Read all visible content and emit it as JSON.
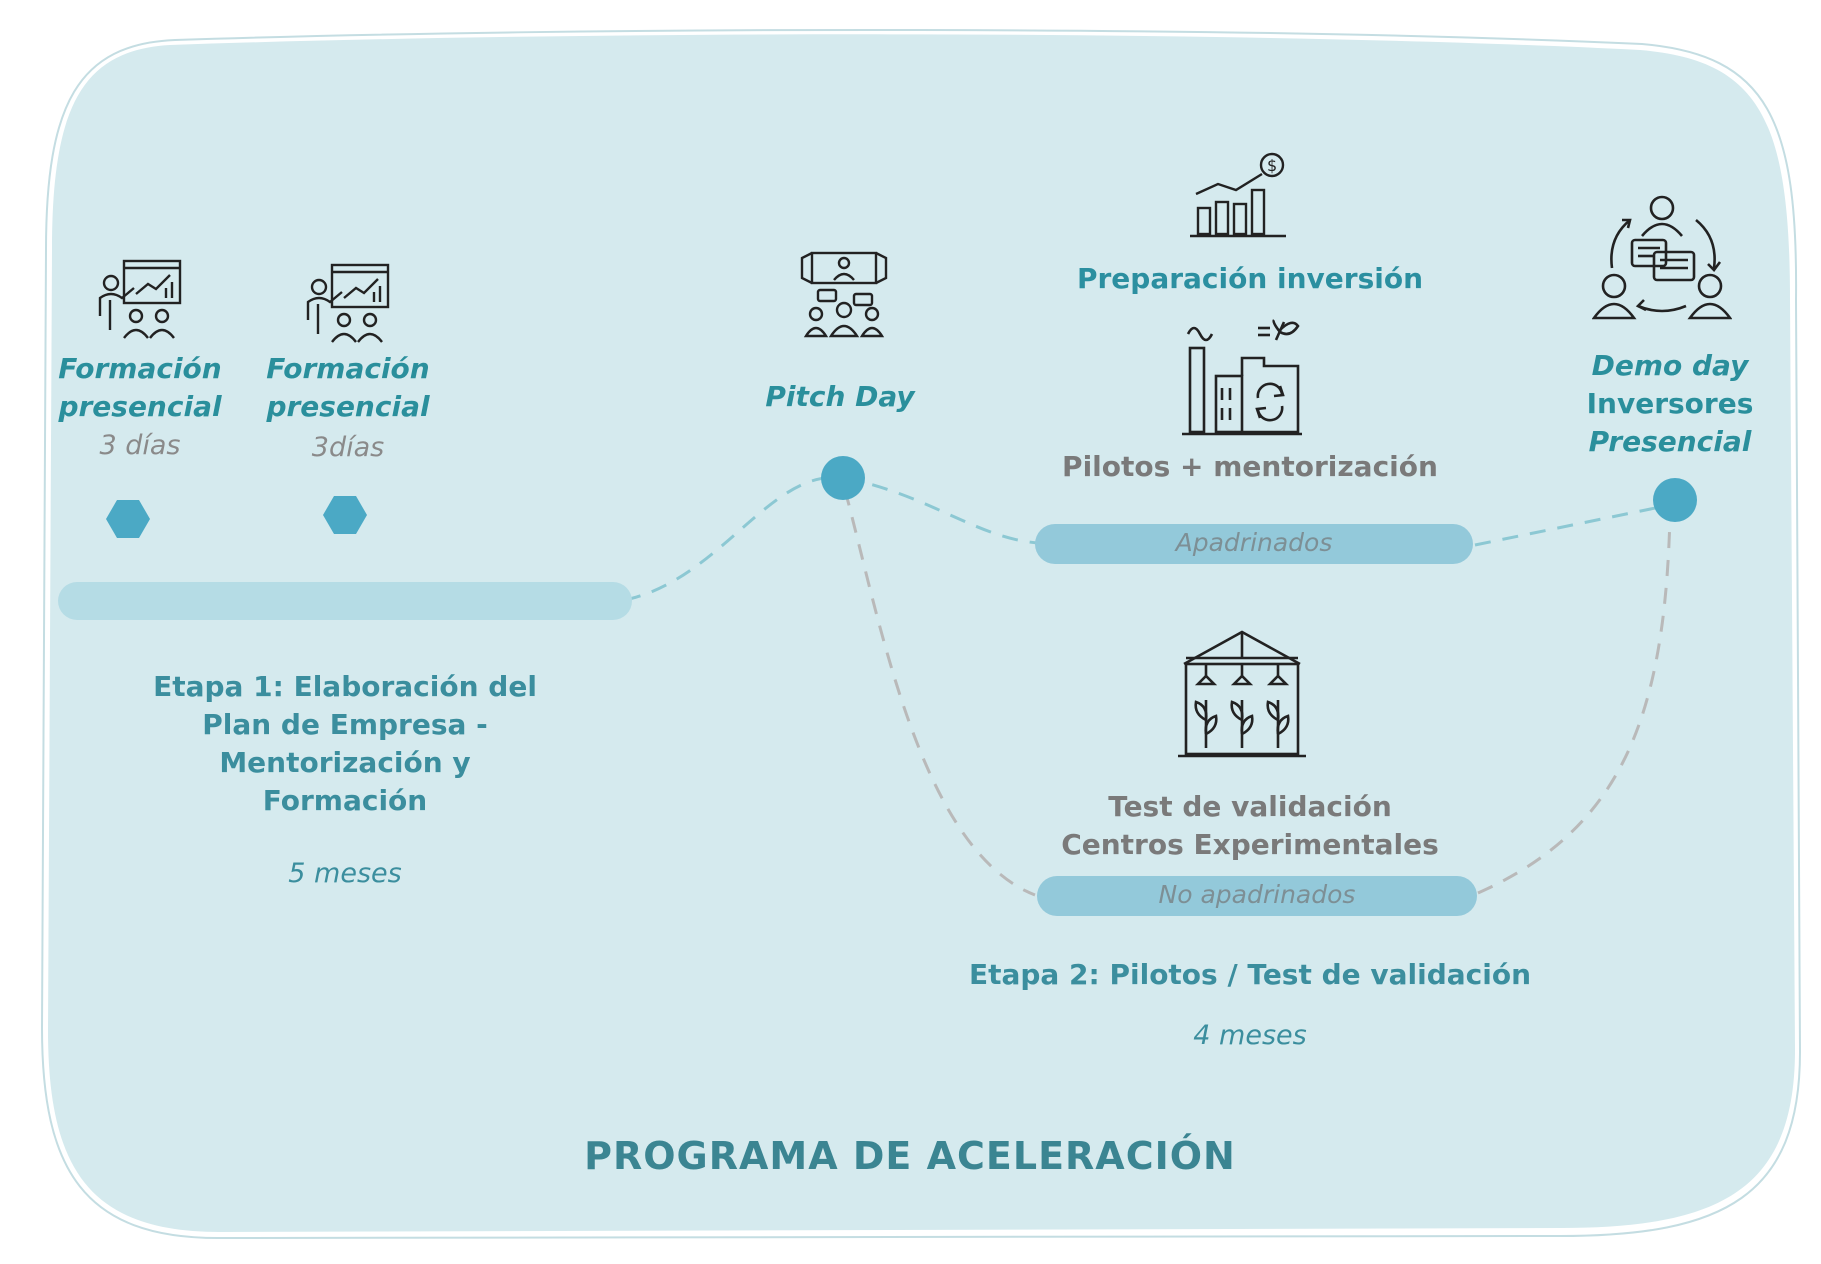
{
  "title": "PROGRAMA DE ACELERACIÓN",
  "colors": {
    "background_blob": "#d5eaee",
    "accent": "#4ba9c5",
    "bar": "#a9d5e0",
    "bar_dark": "#8ec7d8",
    "teal_text": "#2a8f9c",
    "dashed_teal": "#8cc8d3",
    "dashed_grey": "#b9b9b9"
  },
  "stage1": {
    "training1": {
      "title_line1": "Formación",
      "title_line2": "presencial",
      "duration": "3 días",
      "icon": "presentation-icon"
    },
    "training2": {
      "title_line1": "Formación",
      "title_line2": "presencial",
      "duration": "3días",
      "icon": "presentation-icon"
    },
    "label_line1": "Etapa 1: Elaboración del",
    "label_line2": "Plan de Empresa -",
    "label_line3": "Mentorización y",
    "label_line4": "Formación",
    "duration": "5 meses"
  },
  "pitch_day": {
    "label": "Pitch Day",
    "icon": "video-conference-icon"
  },
  "sponsored": {
    "investment_label": "Preparación inversión",
    "investment_icon": "growth-chart-dollar-icon",
    "pilots_label": "Pilotos + mentorización",
    "pilots_icon": "factory-recycle-icon",
    "bar_label": "Apadrinados"
  },
  "not_sponsored": {
    "icon": "greenhouse-icon",
    "label_line1": "Test de validación",
    "label_line2": "Centros Experimentales",
    "bar_label": "No apadrinados"
  },
  "stage2": {
    "label": "Etapa 2: Pilotos / Test de validación",
    "duration": "4 meses"
  },
  "demo_day": {
    "line1": "Demo day",
    "line2": "Inversores",
    "line3": "Presencial",
    "icon": "investors-meeting-icon"
  }
}
